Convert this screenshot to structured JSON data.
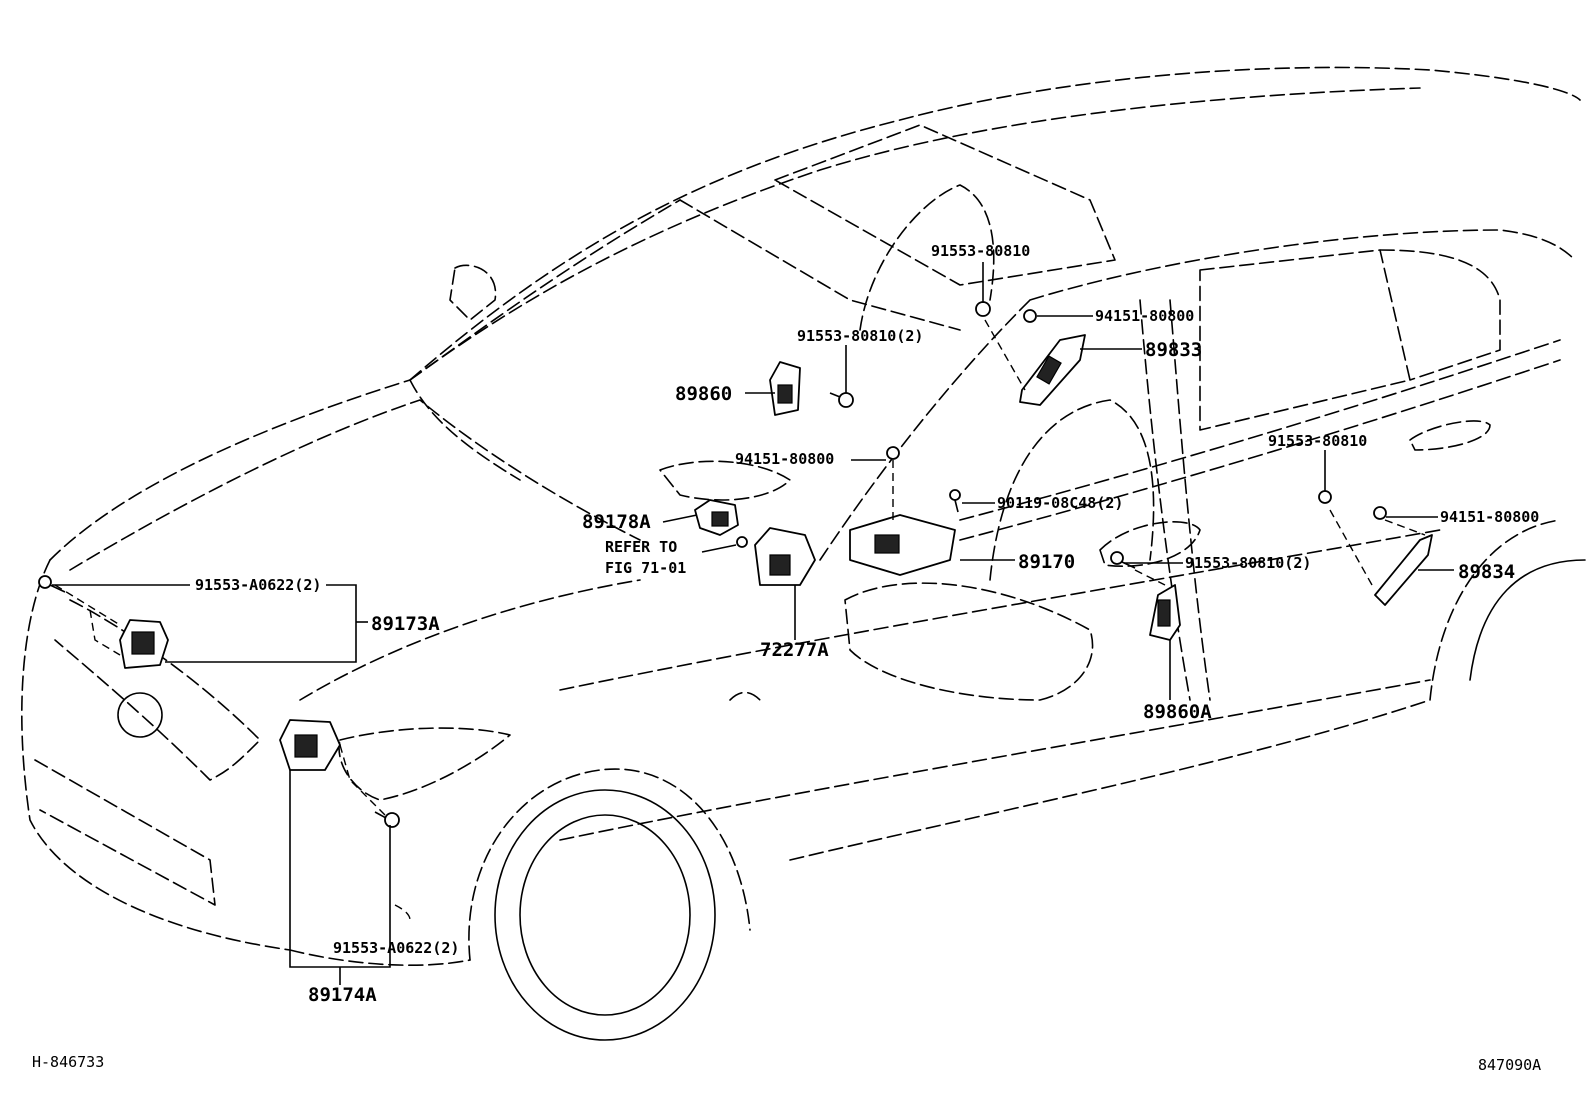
{
  "diagram": {
    "corner_left": "H-846733",
    "corner_right": "847090A",
    "labels": {
      "p91553_80810_top": "91553-80810",
      "p94151_80800_top": "94151-80800",
      "p89833": "89833",
      "p91553_80810_2_upper": "91553-80810(2)",
      "p89860": "89860",
      "p94151_80800_mid": "94151-80800",
      "p91553_80810_right": "91553-80810",
      "p90119_08c48": "90119-08C48(2)",
      "p94151_80800_right": "94151-80800",
      "p89178a": "89178A",
      "refer_to": "REFER TO",
      "fig_ref": "FIG 71-01",
      "p89170": "89170",
      "p91553_80810_2_lower": "91553-80810(2)",
      "p89834": "89834",
      "p91553_a0622_top": "91553-A0622(2)",
      "p89173a": "89173A",
      "p72277a": "72277A",
      "p89860a": "89860A",
      "p91553_a0622_bottom": "91553-A0622(2)",
      "p89174a": "89174A"
    }
  }
}
